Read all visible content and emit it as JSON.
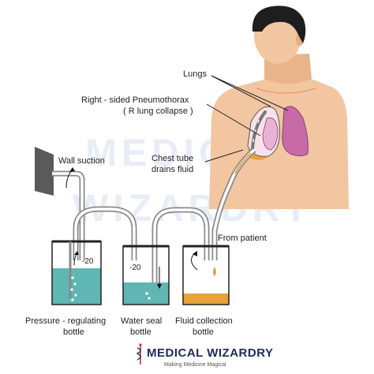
{
  "labels": {
    "lungs": "Lungs",
    "pneumothorax_line1": "Right - sided Pneumothorax",
    "pneumothorax_line2": "( R lung collapse )",
    "chest_tube_line1": "Chest tube",
    "chest_tube_line2": "drains fluid",
    "wall_suction": "Wall suction",
    "from_patient": "From patient",
    "pressure_bottle_line1": "Pressure - regulating",
    "pressure_bottle_line2": "bottle",
    "water_seal_line1": "Water seal",
    "water_seal_line2": "bottle",
    "collection_line1": "Fluid collection",
    "collection_line2": "bottle",
    "pressure_value_1": "-20",
    "pressure_value_2": "-20"
  },
  "watermark": {
    "line1": "MEDIC",
    "line2": "WIZARDRY"
  },
  "brand": {
    "name": "MEDICAL WIZARDRY",
    "tagline": "Making Medicine Magical"
  },
  "colors": {
    "skin": "#f1c6a0",
    "hair": "#1e1e1e",
    "lung": "#c86aa6",
    "collapsed_lung": "#e8b3d2",
    "water": "#5fb6b3",
    "fluid": "#e8a23a",
    "brand": "#1f2a5c",
    "suction_wall": "#5a5a5a"
  }
}
